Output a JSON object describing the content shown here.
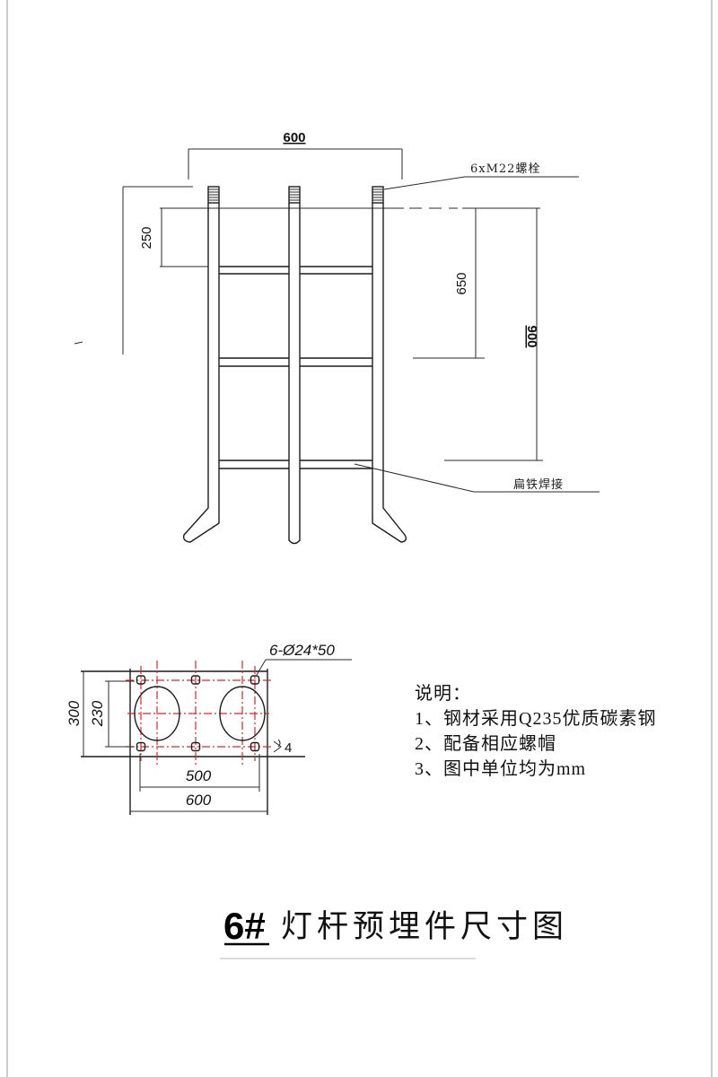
{
  "elevation": {
    "top_width_dim": "600",
    "bolt_label": "6xM22螺栓",
    "dim_250": "250",
    "dim_650": "650",
    "dim_900": "900",
    "bar_label": "扁铁焊接"
  },
  "plan": {
    "hole_label": "6-Ø24*50",
    "dim_300": "300",
    "dim_230": "230",
    "dim_500": "500",
    "dim_600": "600",
    "thickness": "4"
  },
  "notes": {
    "heading": "说明：",
    "items": [
      "1、钢材采用Q235优质碳素钢",
      "2、配备相应螺帽",
      "3、图中单位均为mm"
    ]
  },
  "title": {
    "number": "6#",
    "text": "灯杆预埋件尺寸图"
  },
  "colors": {
    "line": "#1c1c1c",
    "center_line": "#e22424",
    "background": "#ffffff"
  }
}
